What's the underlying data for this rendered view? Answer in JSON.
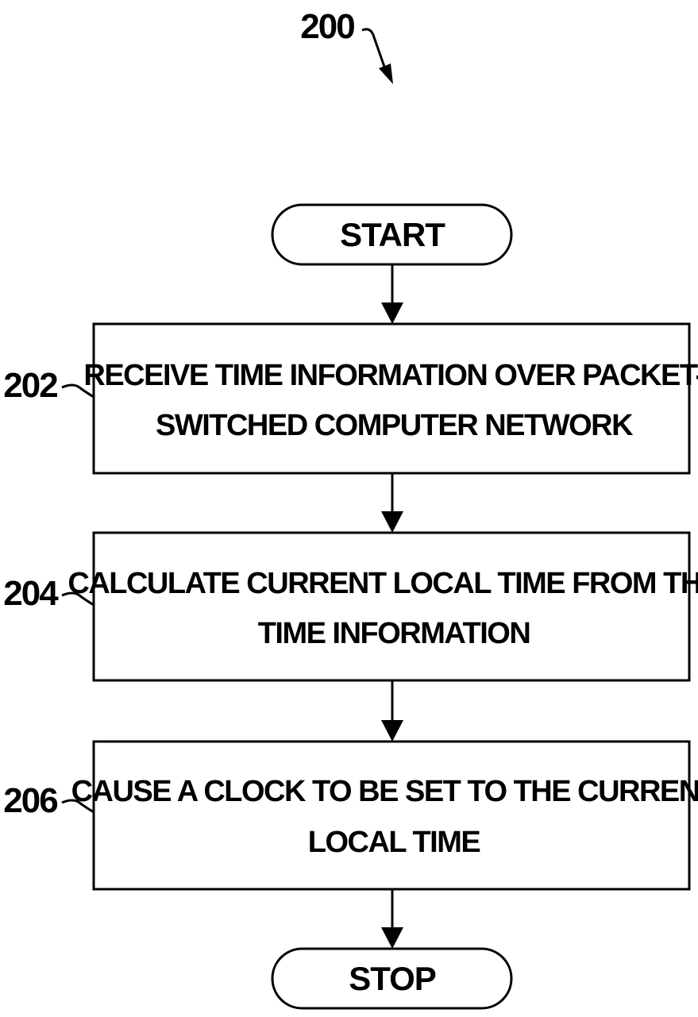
{
  "figure_ref": "200",
  "start": {
    "label": "START"
  },
  "steps": [
    {
      "ref": "202",
      "line1": "RECEIVE TIME INFORMATION OVER PACKET-",
      "line2": "SWITCHED COMPUTER NETWORK"
    },
    {
      "ref": "204",
      "line1": "CALCULATE CURRENT LOCAL TIME FROM THE",
      "line2": "TIME INFORMATION"
    },
    {
      "ref": "206",
      "line1": "CAUSE A CLOCK TO BE SET TO THE CURRENT",
      "line2": "LOCAL TIME"
    }
  ],
  "stop": {
    "label": "STOP"
  }
}
